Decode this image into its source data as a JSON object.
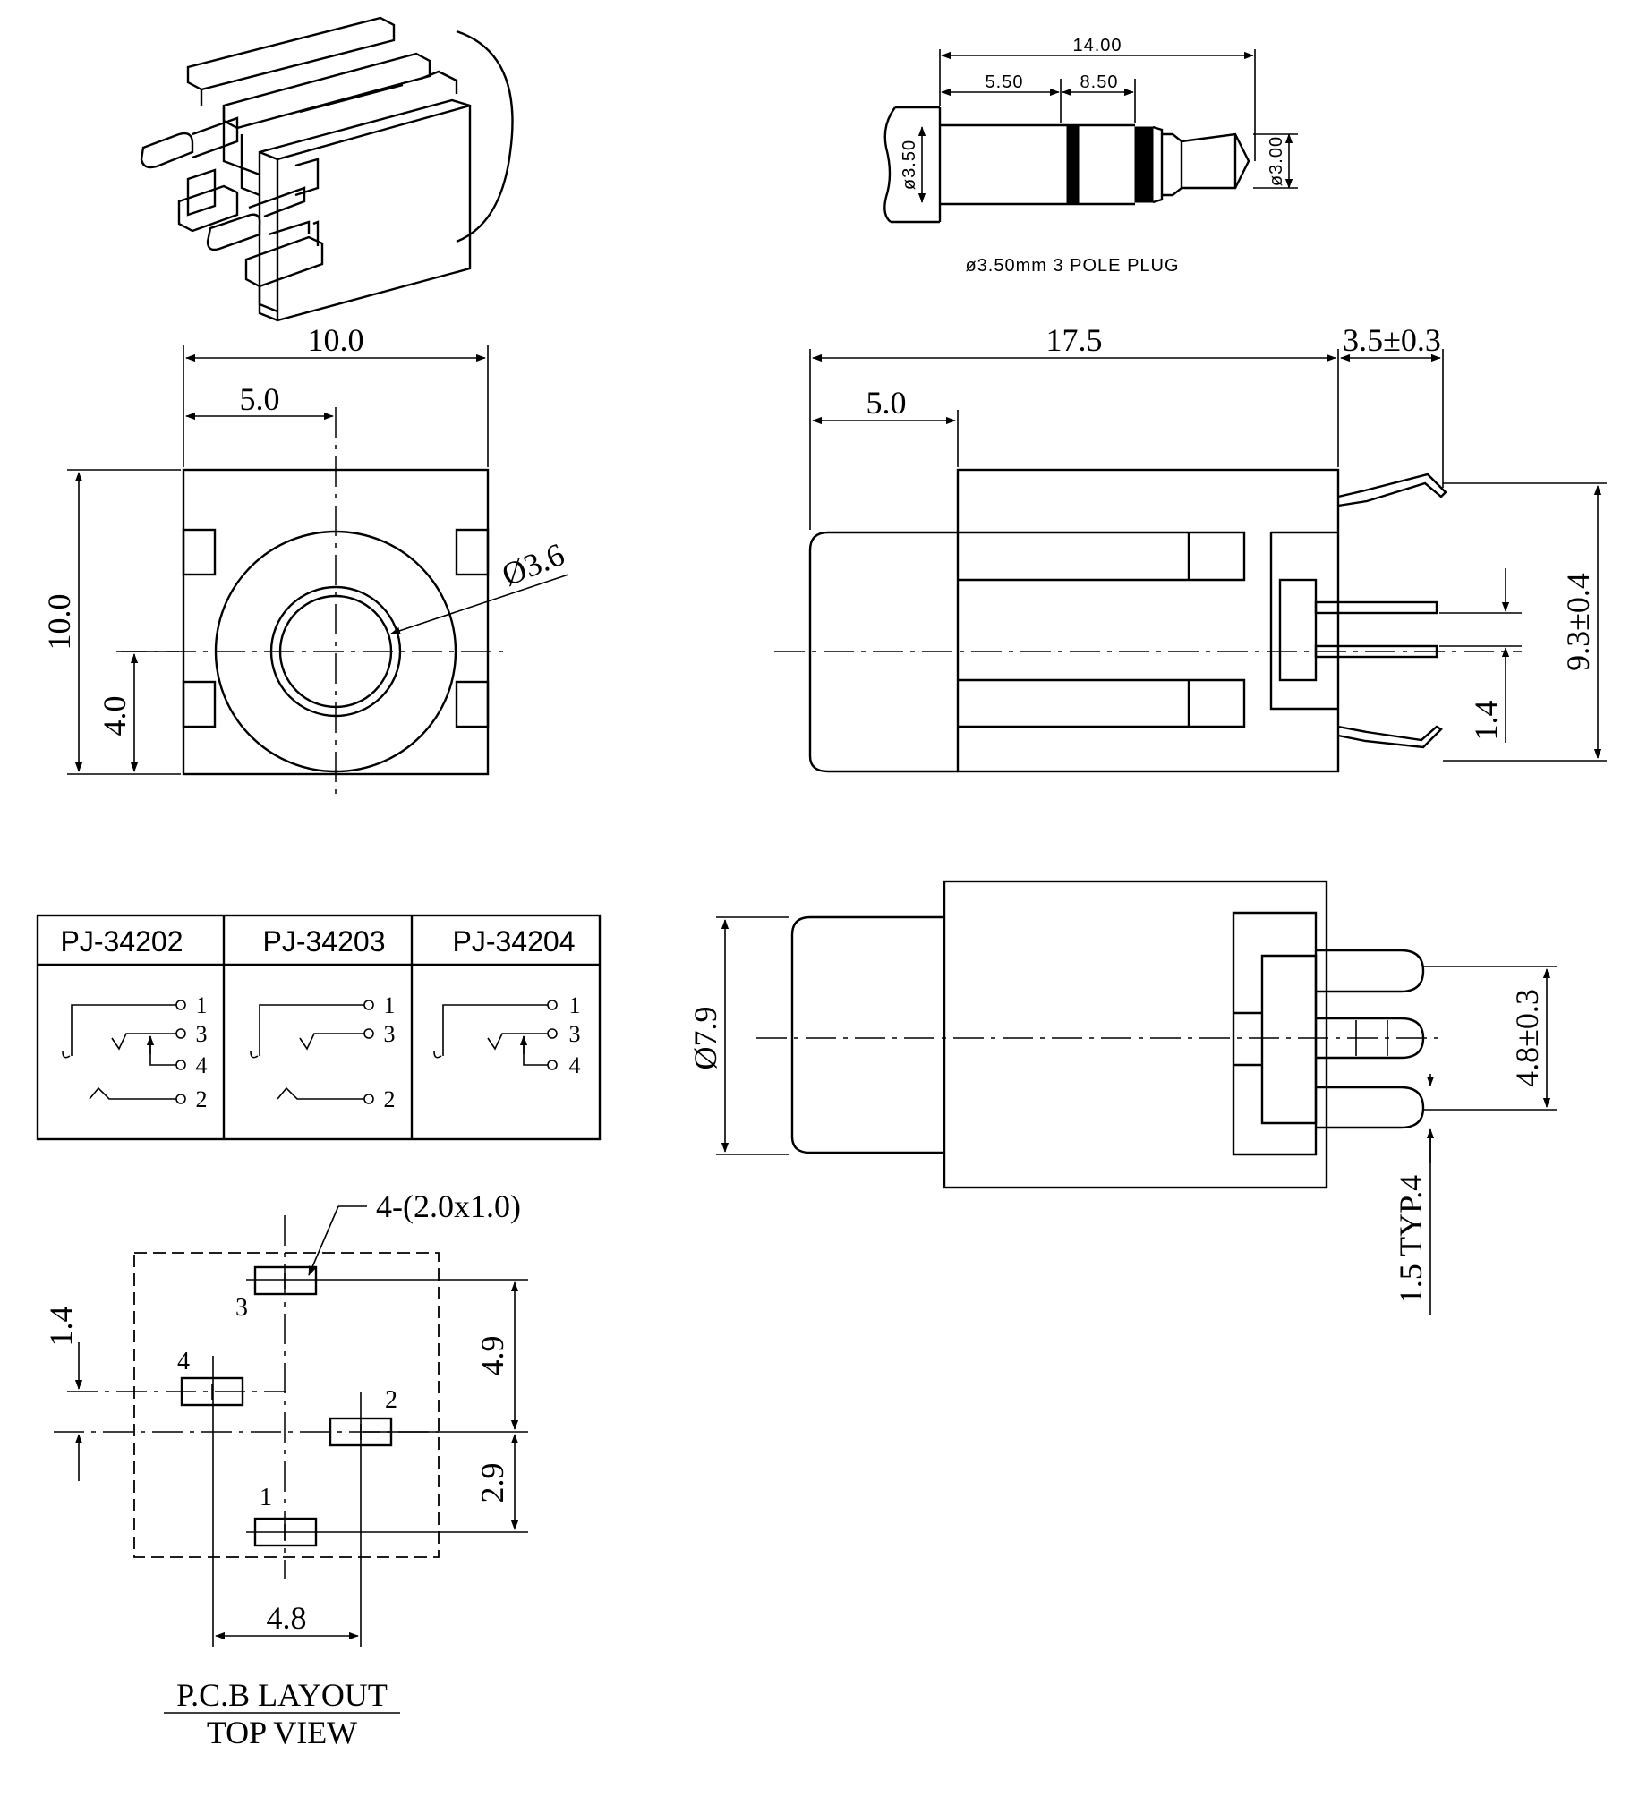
{
  "plug": {
    "overall_length": "14.00",
    "sleeve_length": "5.50",
    "tip_section_length": "8.50",
    "body_diameter": "ø3.50",
    "tip_diameter": "ø3.00",
    "caption": "ø3.50mm  3  POLE  PLUG"
  },
  "front_view": {
    "width": "10.0",
    "half_width": "5.0",
    "height": "10.0",
    "axis_height": "4.0",
    "hole_diameter": "Ø3.6"
  },
  "side_view": {
    "body_length": "17.5",
    "pin_overhang": "3.5±0.3",
    "nose_length": "5.0",
    "pin_span": "9.3±0.4",
    "pin_offset": "1.4"
  },
  "variants_table": {
    "headers": [
      "PJ-34202",
      "PJ-34203",
      "PJ-34204"
    ],
    "pin_labels": {
      "PJ-34202": [
        "1",
        "3",
        "4",
        "2"
      ],
      "PJ-34203": [
        "1",
        "3",
        "2"
      ],
      "PJ-34204": [
        "1",
        "3",
        "4"
      ]
    }
  },
  "bottom_view": {
    "diameter": "Ø7.9",
    "pin_pitch": "4.8±0.3",
    "pin_width": "1.5 TYP.4"
  },
  "pcb_layout": {
    "pad_spec": "4-(2.0x1.0)",
    "pad_labels": [
      "3",
      "4",
      "2",
      "1"
    ],
    "dim_pin4_offset": "1.4",
    "dim_upper": "4.9",
    "dim_lower": "2.9",
    "dim_pitch": "4.8",
    "title_line1": "P.C.B LAYOUT",
    "title_line2": "TOP VIEW"
  }
}
